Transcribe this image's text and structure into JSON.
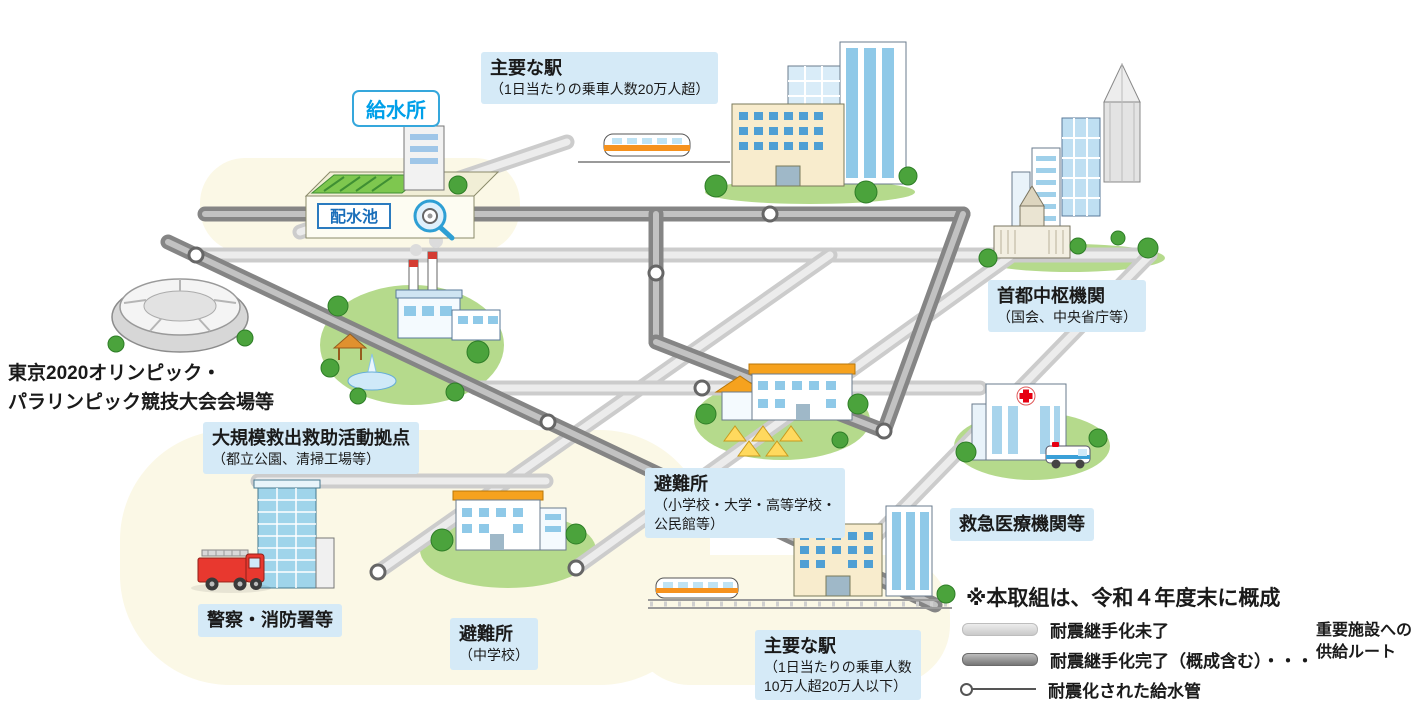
{
  "labels": {
    "water_station": "給水所",
    "reservoir": "配水池",
    "major_station_top": {
      "title": "主要な駅",
      "sub": "（1日当たりの乗車人数20万人超）"
    },
    "capital_core": {
      "title": "首都中枢機関",
      "sub": "（国会、中央省庁等）"
    },
    "olympic_venue": {
      "line1": "東京2020オリンピック・",
      "line2": "パラリンピック競技大会会場等"
    },
    "rescue_base": {
      "title": "大規模救出救助活動拠点",
      "sub": "（都立公園、清掃工場等）"
    },
    "shelter_schools": {
      "title": "避難所",
      "sub1": "（小学校・大学・高等学校・",
      "sub2": "公民館等）"
    },
    "emergency_medical": {
      "title": "救急医療機関等"
    },
    "police_fire": {
      "title": "警察・消防署等"
    },
    "shelter_junior_high": {
      "title": "避難所",
      "sub": "（中学校）"
    },
    "major_station_bottom": {
      "title": "主要な駅",
      "sub1": "（1日当たりの乗車人数",
      "sub2": "10万人超20万人以下）"
    }
  },
  "legend": {
    "note": "※本取組は、令和４年度末に概成",
    "items": [
      {
        "name": "pipe-not-yet",
        "label": "耐震継手化未了"
      },
      {
        "name": "pipe-completed",
        "label": "耐震継手化完了（概成含む）・・・"
      },
      {
        "name": "seismic-service-pipe",
        "label": "耐震化された給水管"
      }
    ],
    "route_line1": "重要施設への",
    "route_line2": "供給ルート"
  },
  "icons": [
    "water-facility-icon",
    "magnifier-icon",
    "stadium-icon",
    "factory-park-icon",
    "station-buildings-top-icon",
    "train-icon-top",
    "government-district-icon",
    "school-shelter-icon",
    "hospital-icon",
    "red-cross-icon",
    "ambulance-icon",
    "police-fire-icon",
    "fire-truck-icon",
    "junior-high-school-icon",
    "station-buildings-bottom-icon",
    "train-icon-bottom",
    "pipe-joint-icon",
    "tree-icon"
  ],
  "colors": {
    "label-bg": "#d5eaf7",
    "accent-blue": "#00a0e9",
    "pipe-dark": "#858585",
    "pipe-dark-hi": "#c2c2c2",
    "pipe-light": "#cccccc",
    "pipe-light-hi": "#ececec",
    "grass": "#b5da8c",
    "tree": "#4ba33c",
    "roof-orange": "#f6a21e",
    "cream": "#f8eccd",
    "window-blue": "#4f9fd4",
    "red": "#e60012",
    "ink": "#1a1a1a"
  }
}
